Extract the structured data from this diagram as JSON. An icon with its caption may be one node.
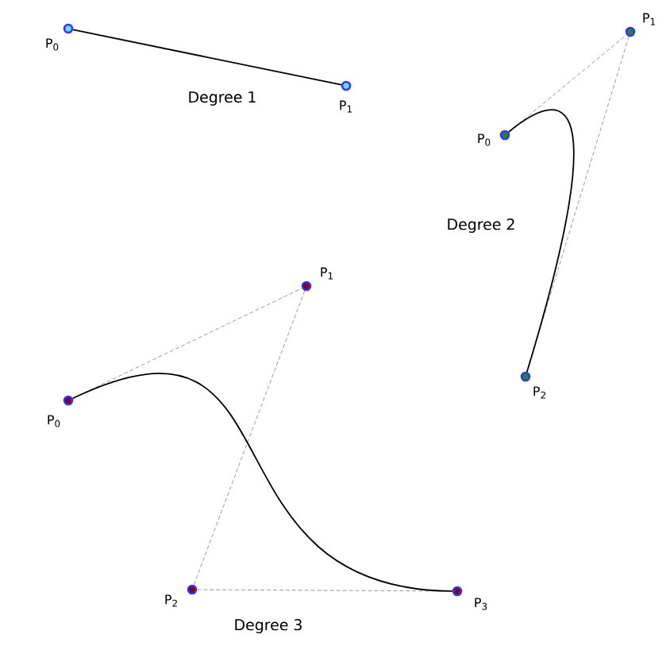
{
  "diagram": {
    "nodes": [
      {
        "text": [],
        "shape": "circle",
        "beside": [
          "P$_{0}$"
        ]
      },
      {
        "text": [],
        "shape": "circle",
        "beside": [
          "P$_{1}$"
        ]
      },
      {
        "text": [],
        "shape": "circle",
        "beside": [
          "P$_{0}$"
        ]
      },
      {
        "text": [],
        "shape": "circle",
        "beside": [
          "P$_{1}$"
        ]
      },
      {
        "text": [],
        "shape": "circle",
        "beside": [
          "P$_{2}$"
        ]
      },
      {
        "text": [],
        "shape": "circle",
        "beside": [
          "P$_{0}$"
        ]
      },
      {
        "text": [],
        "shape": "circle",
        "beside": [
          "P$_{1}$"
        ]
      },
      {
        "text": [],
        "shape": "circle",
        "beside": [
          "P$_{2}$"
        ]
      },
      {
        "text": [],
        "shape": "circle",
        "beside": [
          "P$_{3}$"
        ]
      }
    ],
    "edges": [
      {
        "from": 0,
        "to": 1,
        "arrow": "none",
        "color": "#000000"
      },
      {
        "from": 2,
        "to": 3,
        "arrow": "none",
        "style": "dashed"
      },
      {
        "from": 3,
        "to": 4,
        "arrow": "none",
        "style": "dashed"
      },
      {
        "from": 2,
        "to": 4,
        "arrow": "none",
        "color": "#000000"
      },
      {
        "from": 5,
        "to": 6,
        "arrow": "none",
        "style": "dashed"
      },
      {
        "from": 6,
        "to": 7,
        "arrow": "none",
        "style": "dashed"
      },
      {
        "from": 7,
        "to": 8,
        "arrow": "none",
        "style": "dashed"
      },
      {
        "from": 5,
        "to": 8,
        "arrow": "none",
        "color": "#000000"
      }
    ],
    "labels": [
      "Degree 1",
      "Degree 2",
      "Degree 3"
    ]
  }
}
